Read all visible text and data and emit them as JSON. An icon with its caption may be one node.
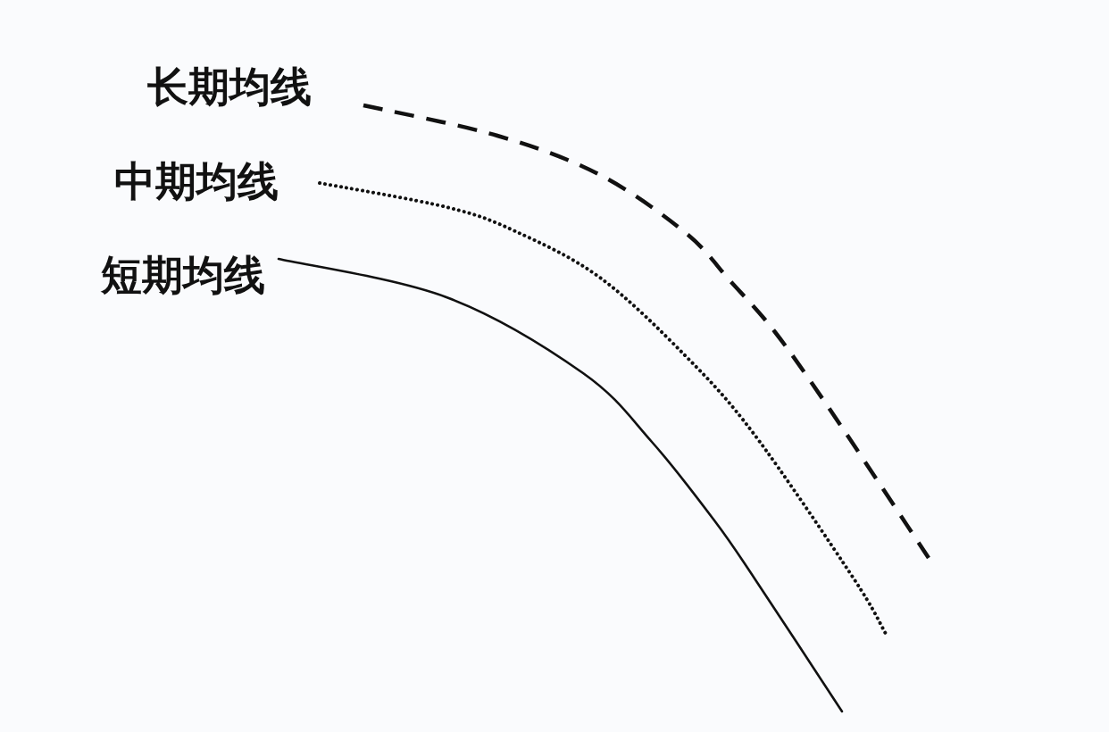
{
  "diagram": {
    "labels": [
      "长期均线",
      "中期均线",
      "短期均线"
    ]
  }
}
